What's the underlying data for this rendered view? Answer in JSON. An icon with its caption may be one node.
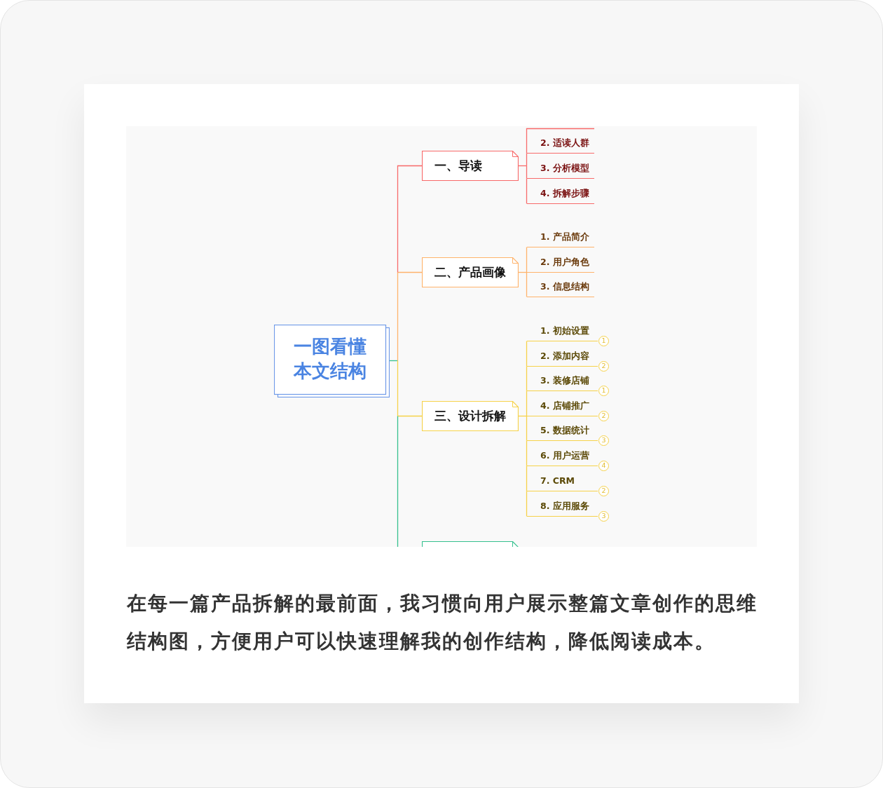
{
  "diagram": {
    "caption": "在每一篇产品拆解的最前面，我习惯向用户展示整篇文章创作的思维结构图，方便用户可以快速理解我的创作结构，降低阅读成本。",
    "nodes": [
      {
        "text": [
          "一图看懂本文结构"
        ]
      },
      {
        "text": [
          "一、导读"
        ]
      },
      {
        "text": [
          "2. 适读人群"
        ]
      },
      {
        "text": [
          "3. 分析模型"
        ]
      },
      {
        "text": [
          "4. 拆解步骤"
        ]
      },
      {
        "text": [
          "二、产品画像"
        ]
      },
      {
        "text": [
          "1. 产品简介"
        ]
      },
      {
        "text": [
          "2. 用户角色"
        ]
      },
      {
        "text": [
          "3. 信息结构"
        ]
      },
      {
        "text": [
          "三、设计拆解"
        ]
      },
      {
        "text": [
          "1. 初始设置"
        ],
        "beside": [
          "1"
        ]
      },
      {
        "text": [
          "2. 添加内容"
        ],
        "beside": [
          "2"
        ]
      },
      {
        "text": [
          "3. 装修店铺"
        ],
        "beside": [
          "1"
        ]
      },
      {
        "text": [
          "4. 店铺推广"
        ],
        "beside": [
          "2"
        ]
      },
      {
        "text": [
          "5. 数据统计"
        ],
        "beside": [
          "3"
        ]
      },
      {
        "text": [
          "6. 用户运营"
        ],
        "beside": [
          "4"
        ]
      },
      {
        "text": [
          "7. CRM"
        ],
        "beside": [
          "2"
        ]
      },
      {
        "text": [
          "8. 应用服务"
        ],
        "beside": [
          "3"
        ]
      },
      {
        "text": [],
        "shape": "box"
      }
    ],
    "edges": [
      {
        "from": 0,
        "to": 1,
        "arrow": "none",
        "color": "#f86a6a"
      },
      {
        "from": 1,
        "to": 2,
        "arrow": "none",
        "color": "#f86a6a"
      },
      {
        "from": 1,
        "to": 3,
        "arrow": "none",
        "color": "#f86a6a"
      },
      {
        "from": 1,
        "to": 4,
        "arrow": "none",
        "color": "#f86a6a"
      },
      {
        "from": 0,
        "to": 5,
        "arrow": "none",
        "color": "#ffb36b"
      },
      {
        "from": 5,
        "to": 6,
        "arrow": "none",
        "color": "#ffb36b"
      },
      {
        "from": 5,
        "to": 7,
        "arrow": "none",
        "color": "#ffb36b"
      },
      {
        "from": 5,
        "to": 8,
        "arrow": "none",
        "color": "#ffb36b"
      },
      {
        "from": 0,
        "to": 9,
        "arrow": "none"
      },
      {
        "from": 9,
        "to": 10,
        "arrow": "none"
      },
      {
        "from": 9,
        "to": 11,
        "arrow": "none"
      },
      {
        "from": 9,
        "to": 12,
        "arrow": "none"
      },
      {
        "from": 9,
        "to": 13,
        "arrow": "none"
      },
      {
        "from": 9,
        "to": 14,
        "arrow": "none"
      },
      {
        "from": 9,
        "to": 15,
        "arrow": "none"
      },
      {
        "from": 9,
        "to": 16,
        "arrow": "none"
      },
      {
        "from": 9,
        "to": 17,
        "arrow": "none"
      },
      {
        "from": 0,
        "to": 18,
        "arrow": "none",
        "color": "#36c08f"
      }
    ]
  }
}
